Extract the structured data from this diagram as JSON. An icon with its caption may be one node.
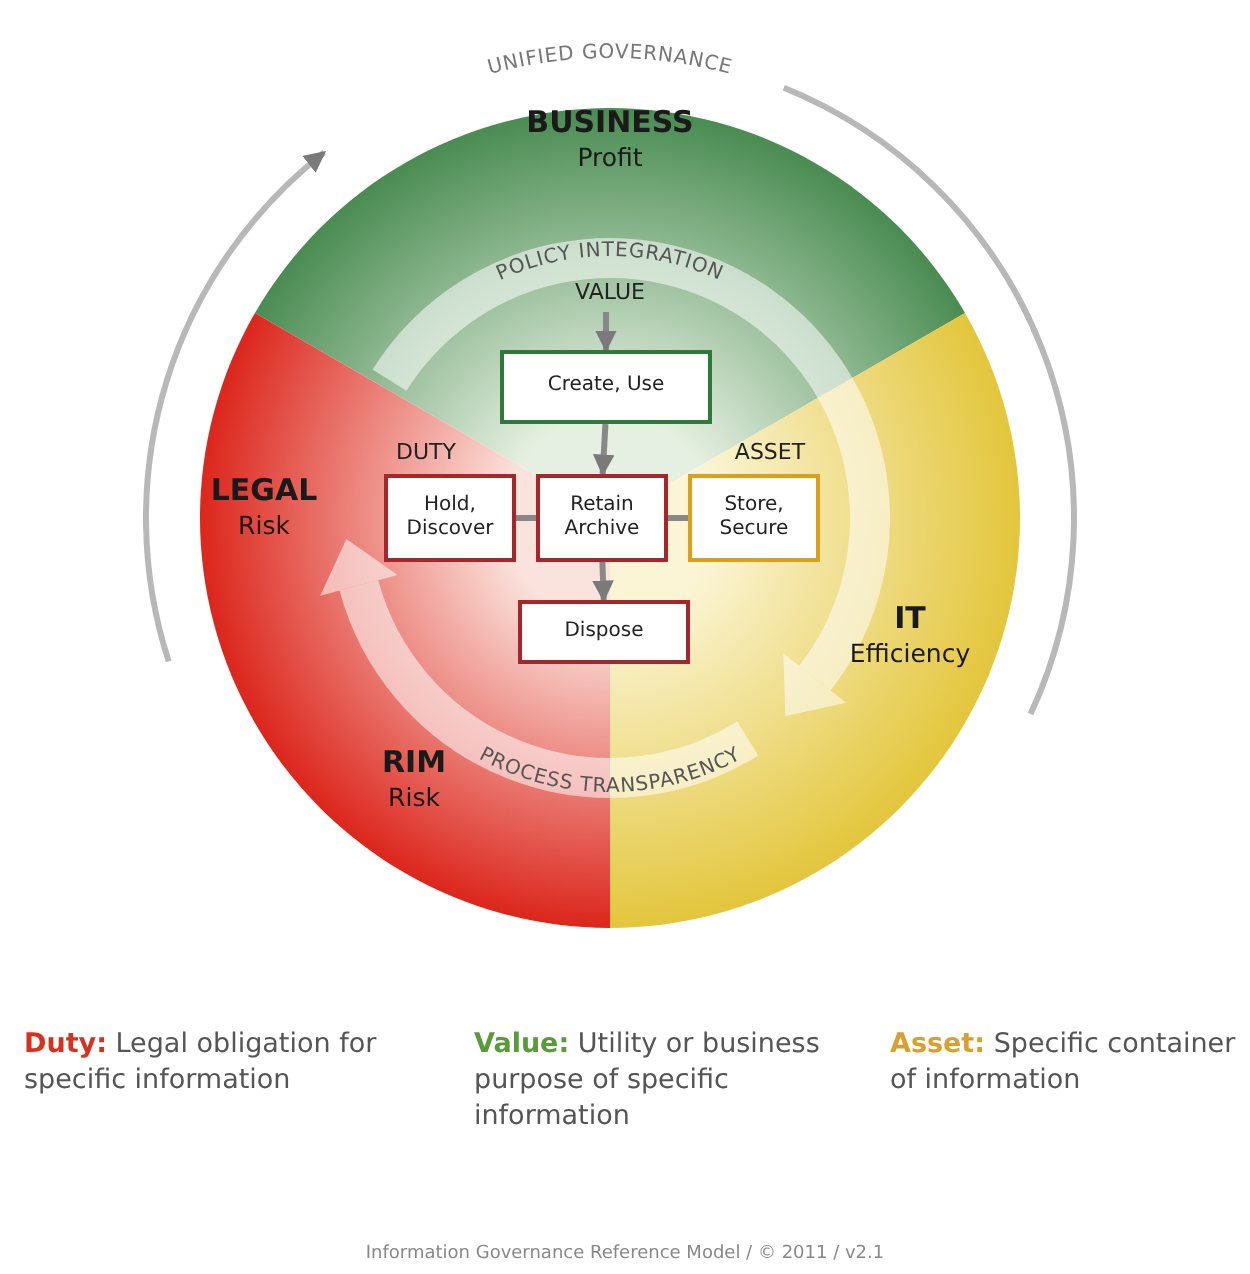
{
  "diagram": {
    "nodes": [
      {
        "text": [
          "Create, Use"
        ],
        "beside": [
          "VALUE"
        ]
      },
      {
        "text": [
          "Hold, Discover"
        ],
        "beside": [
          "DUTY"
        ]
      },
      {
        "text": [
          "Retain Archive"
        ]
      },
      {
        "text": [
          "Store, Secure"
        ],
        "beside": [
          "ASSET"
        ]
      },
      {
        "text": [
          "Dispose"
        ]
      }
    ],
    "edges": [
      {
        "from": null,
        "to": 0,
        "arrow": "to"
      },
      {
        "from": 0,
        "to": 2,
        "arrow": "to"
      },
      {
        "from": 2,
        "to": 4,
        "arrow": "to"
      },
      {
        "from": 1,
        "to": 2,
        "arrow": "none"
      },
      {
        "from": 2,
        "to": 3,
        "arrow": "none"
      }
    ],
    "labels": [
      "UNIFIED GOVERNANCE",
      "BUSINESS",
      "Profit",
      "POLICY INTEGRATION",
      "LEGAL",
      "Risk",
      "IT",
      "Efficiency",
      "RIM",
      "Risk",
      "PROCESS TRANSPARENCY",
      "**Duty:** Legal obligation for specific information",
      "**Value:** Utility or business purpose of specific information",
      "**Asset:** Specific container of information",
      "Information Governance Reference Model / © 2011 / v2.1"
    ]
  }
}
